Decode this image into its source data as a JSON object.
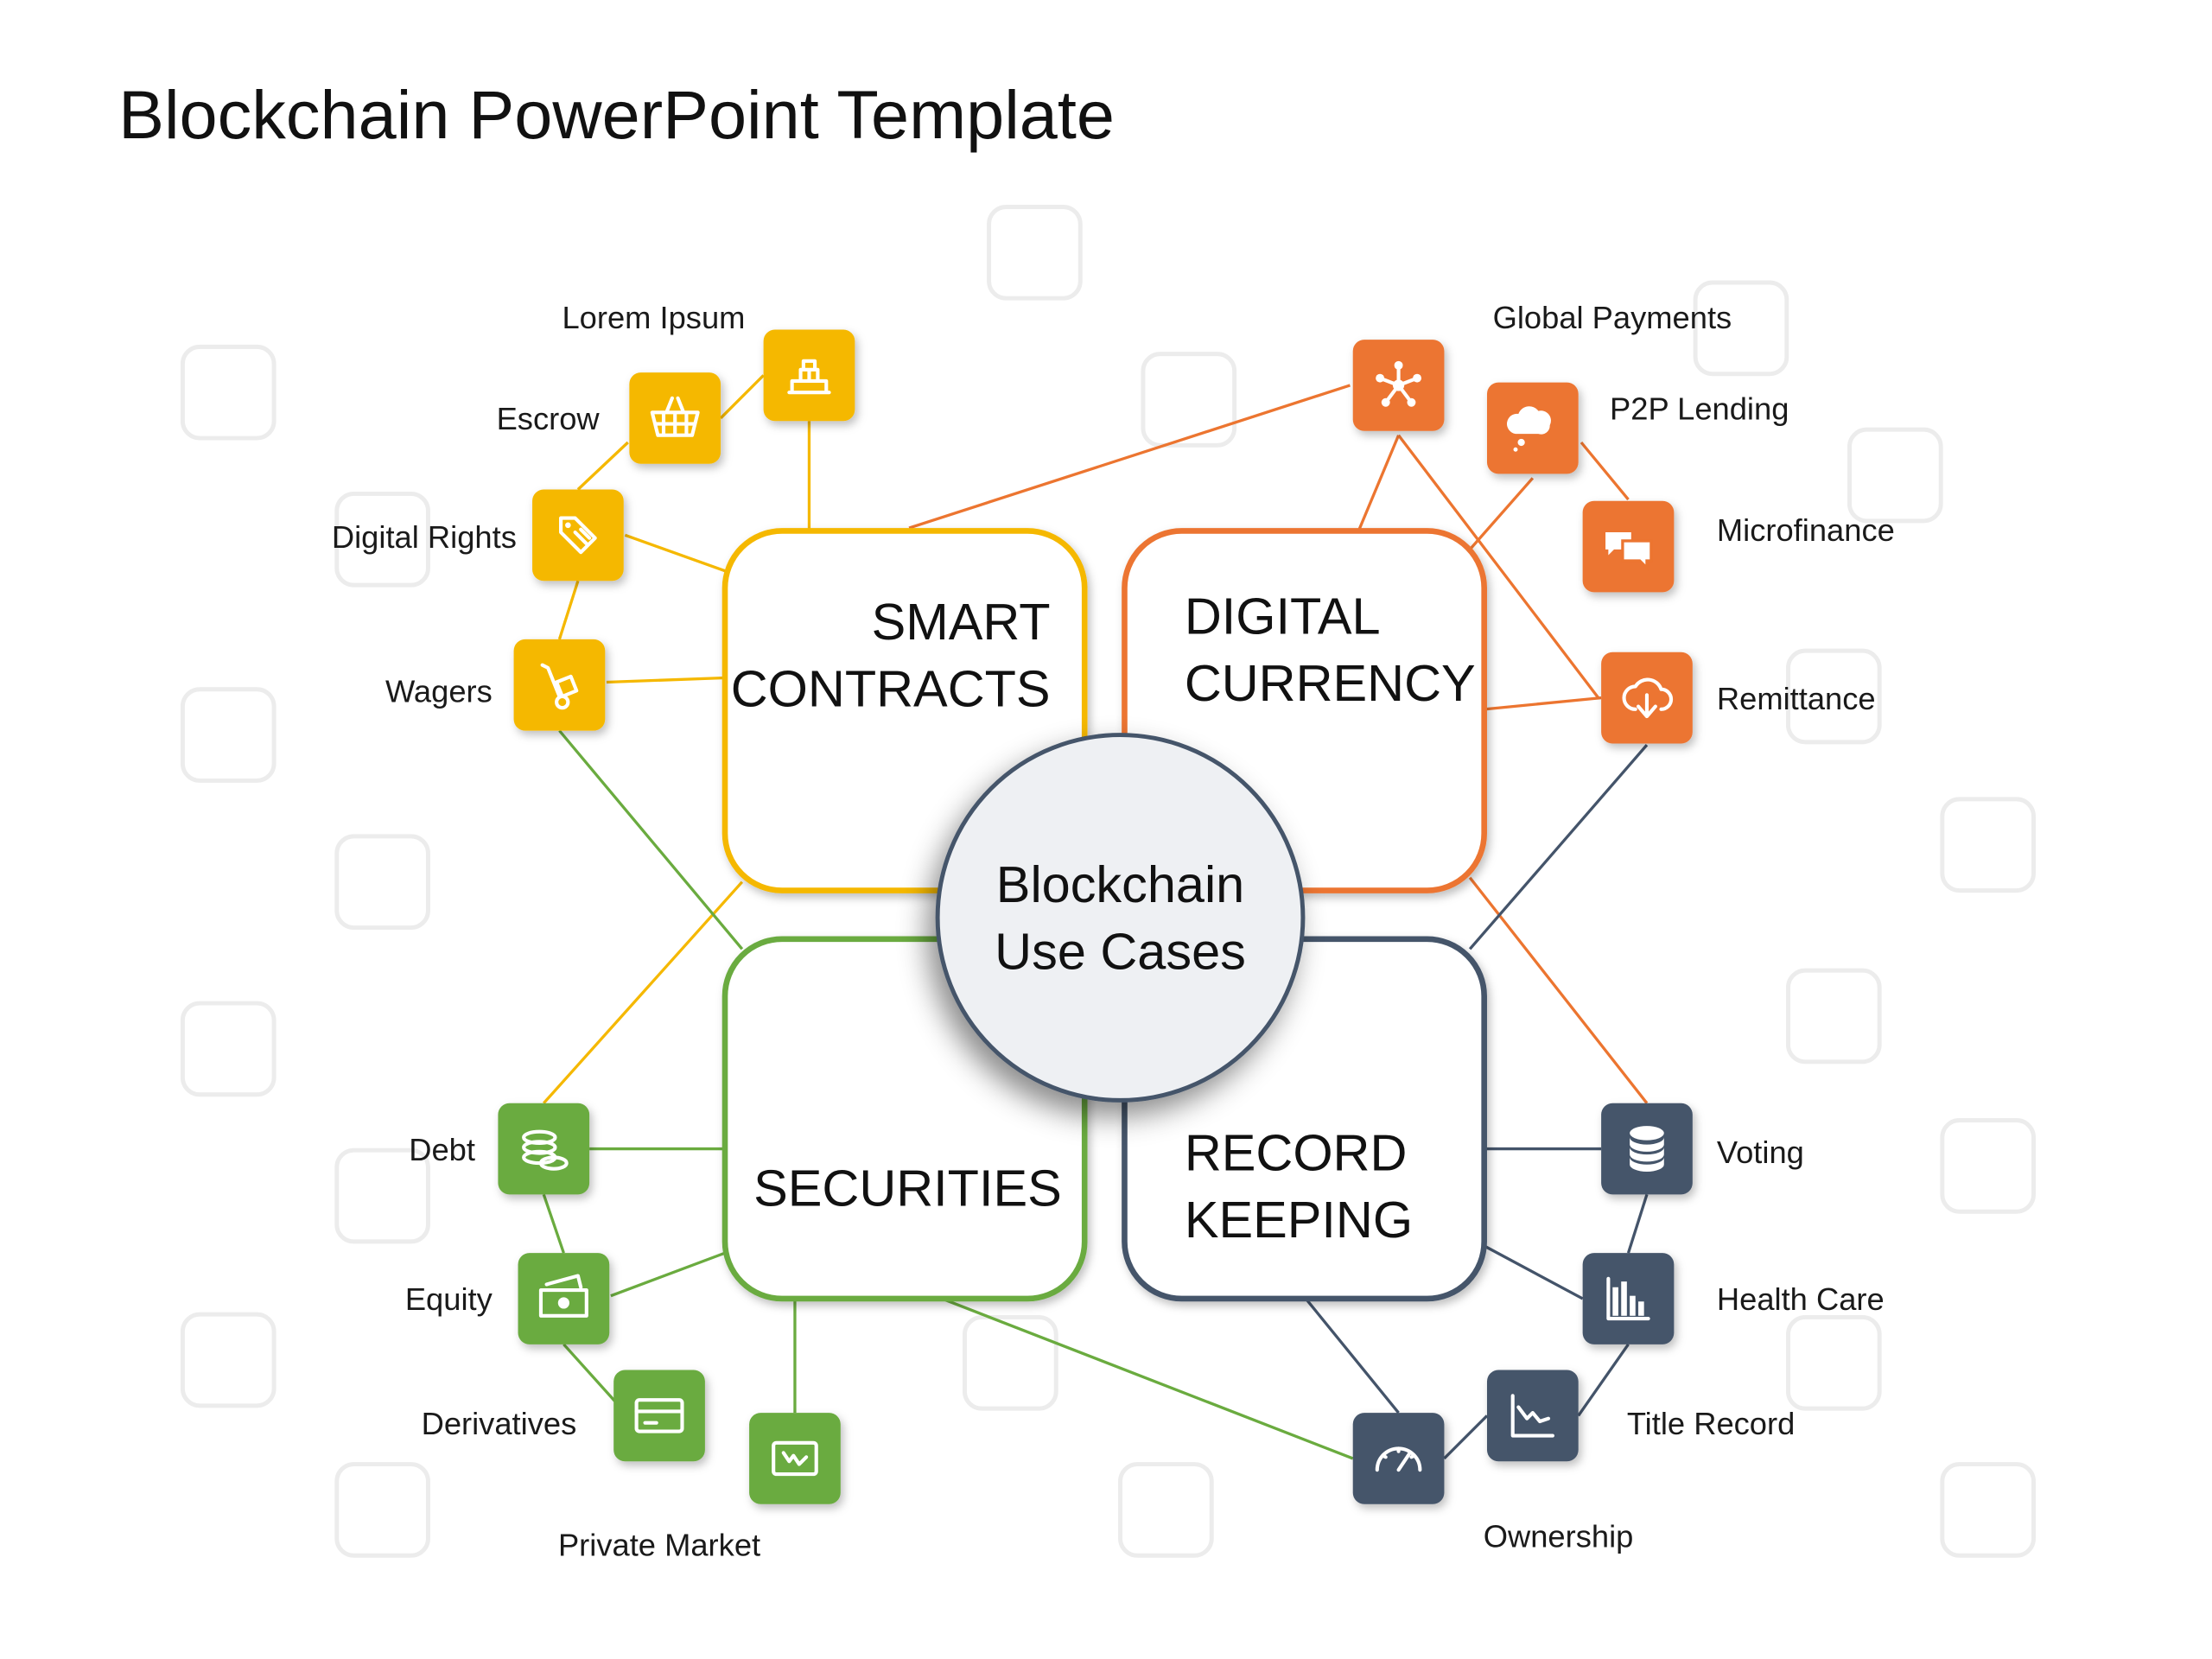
{
  "title": "Blockchain PowerPoint Template",
  "center": {
    "line1": "Blockchain",
    "line2": "Use Cases"
  },
  "colors": {
    "yellow": "#F5B800",
    "orange": "#EC7530",
    "green": "#6AAB3F",
    "navy": "#44546A",
    "center_fill": "#EEF0F3"
  },
  "categories": [
    {
      "id": "smart",
      "lines": [
        "SMART",
        "CONTRACTS"
      ],
      "color": "yellow"
    },
    {
      "id": "digital",
      "lines": [
        "DIGITAL",
        "CURRENCY"
      ],
      "color": "orange"
    },
    {
      "id": "securities",
      "lines": [
        "SECURITIES"
      ],
      "color": "green"
    },
    {
      "id": "record",
      "lines": [
        "RECORD",
        "KEEPING"
      ],
      "color": "navy"
    }
  ],
  "use_cases": [
    {
      "id": "lorem",
      "label": "Lorem Ipsum",
      "icon": "gold-bars-icon",
      "color": "yellow"
    },
    {
      "id": "escrow",
      "label": "Escrow",
      "icon": "basket-icon",
      "color": "yellow"
    },
    {
      "id": "rights",
      "label": "Digital Rights",
      "icon": "tag-icon",
      "color": "yellow"
    },
    {
      "id": "wagers",
      "label": "Wagers",
      "icon": "hand-truck-icon",
      "color": "yellow"
    },
    {
      "id": "global",
      "label": "Global Payments",
      "icon": "network-icon",
      "color": "orange"
    },
    {
      "id": "p2p",
      "label": "P2P Lending",
      "icon": "thought-bubble-icon",
      "color": "orange"
    },
    {
      "id": "micro",
      "label": "Microfinance",
      "icon": "chat-icon",
      "color": "orange"
    },
    {
      "id": "remit",
      "label": "Remittance",
      "icon": "cloud-download-icon",
      "color": "orange"
    },
    {
      "id": "debt",
      "label": "Debt",
      "icon": "coins-icon",
      "color": "green"
    },
    {
      "id": "equity",
      "label": "Equity",
      "icon": "cash-icon",
      "color": "green"
    },
    {
      "id": "deriv",
      "label": "Derivatives",
      "icon": "credit-card-icon",
      "color": "green"
    },
    {
      "id": "private",
      "label": "Private Market",
      "icon": "chart-screen-icon",
      "color": "green"
    },
    {
      "id": "voting",
      "label": "Voting",
      "icon": "database-icon",
      "color": "navy"
    },
    {
      "id": "health",
      "label": "Health Care",
      "icon": "bar-chart-icon",
      "color": "navy"
    },
    {
      "id": "titlerec",
      "label": "Title Record",
      "icon": "line-chart-icon",
      "color": "navy"
    },
    {
      "id": "owner",
      "label": "Ownership",
      "icon": "gauge-icon",
      "color": "navy"
    }
  ]
}
